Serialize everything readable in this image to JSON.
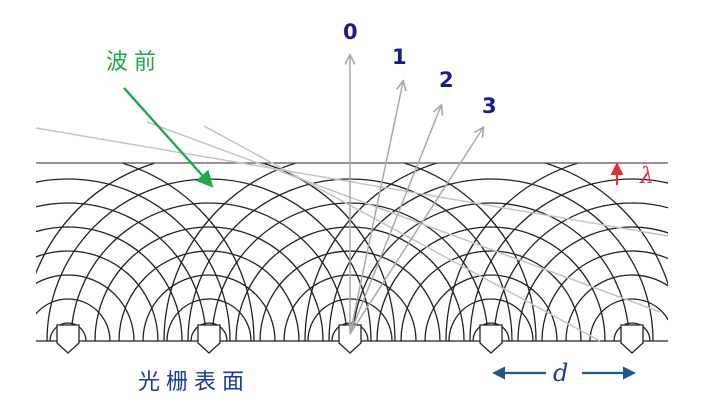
{
  "labels": {
    "order_0": "0",
    "order_1": "1",
    "order_2": "2",
    "order_3": "3",
    "wavefront": "波前",
    "grating_surface": "光栅表面",
    "wavelength_symbol": "λ",
    "period_symbol": "d"
  },
  "colors": {
    "wavefront_label": "#1faa4a",
    "wavefront_arrow": "#1faa4a",
    "order_labels": "#1a1a8c",
    "surface_label": "#1a3a9c",
    "lambda_arrow": "#e03030",
    "period_arrow": "#1a5a8c",
    "arcs": "#222222",
    "rays": "#bbbbbb"
  }
}
